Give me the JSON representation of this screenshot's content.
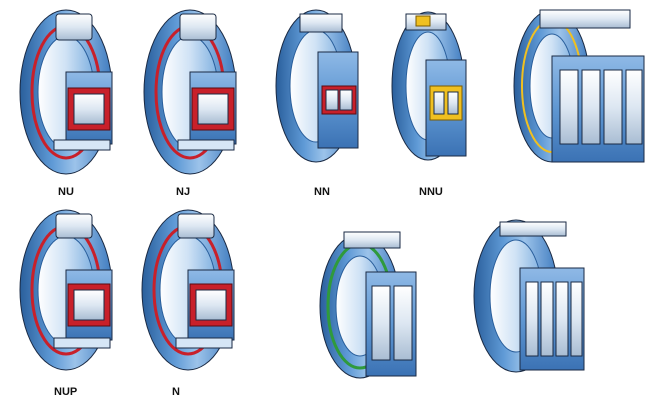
{
  "labels": {
    "nu": "NU",
    "nj": "NJ",
    "nn": "NN",
    "nnu": "NNU",
    "nup": "NUP",
    "n": "N"
  },
  "colors": {
    "ring_blue": "#4f8fd0",
    "ring_light": "#9cc3ea",
    "ring_dark": "#2a5f9c",
    "cage_red": "#c8202a",
    "cage_yellow": "#f0c020",
    "cage_green": "#2f9a3c",
    "roller_white": "#e8eef5",
    "outline": "#1a2a44"
  }
}
